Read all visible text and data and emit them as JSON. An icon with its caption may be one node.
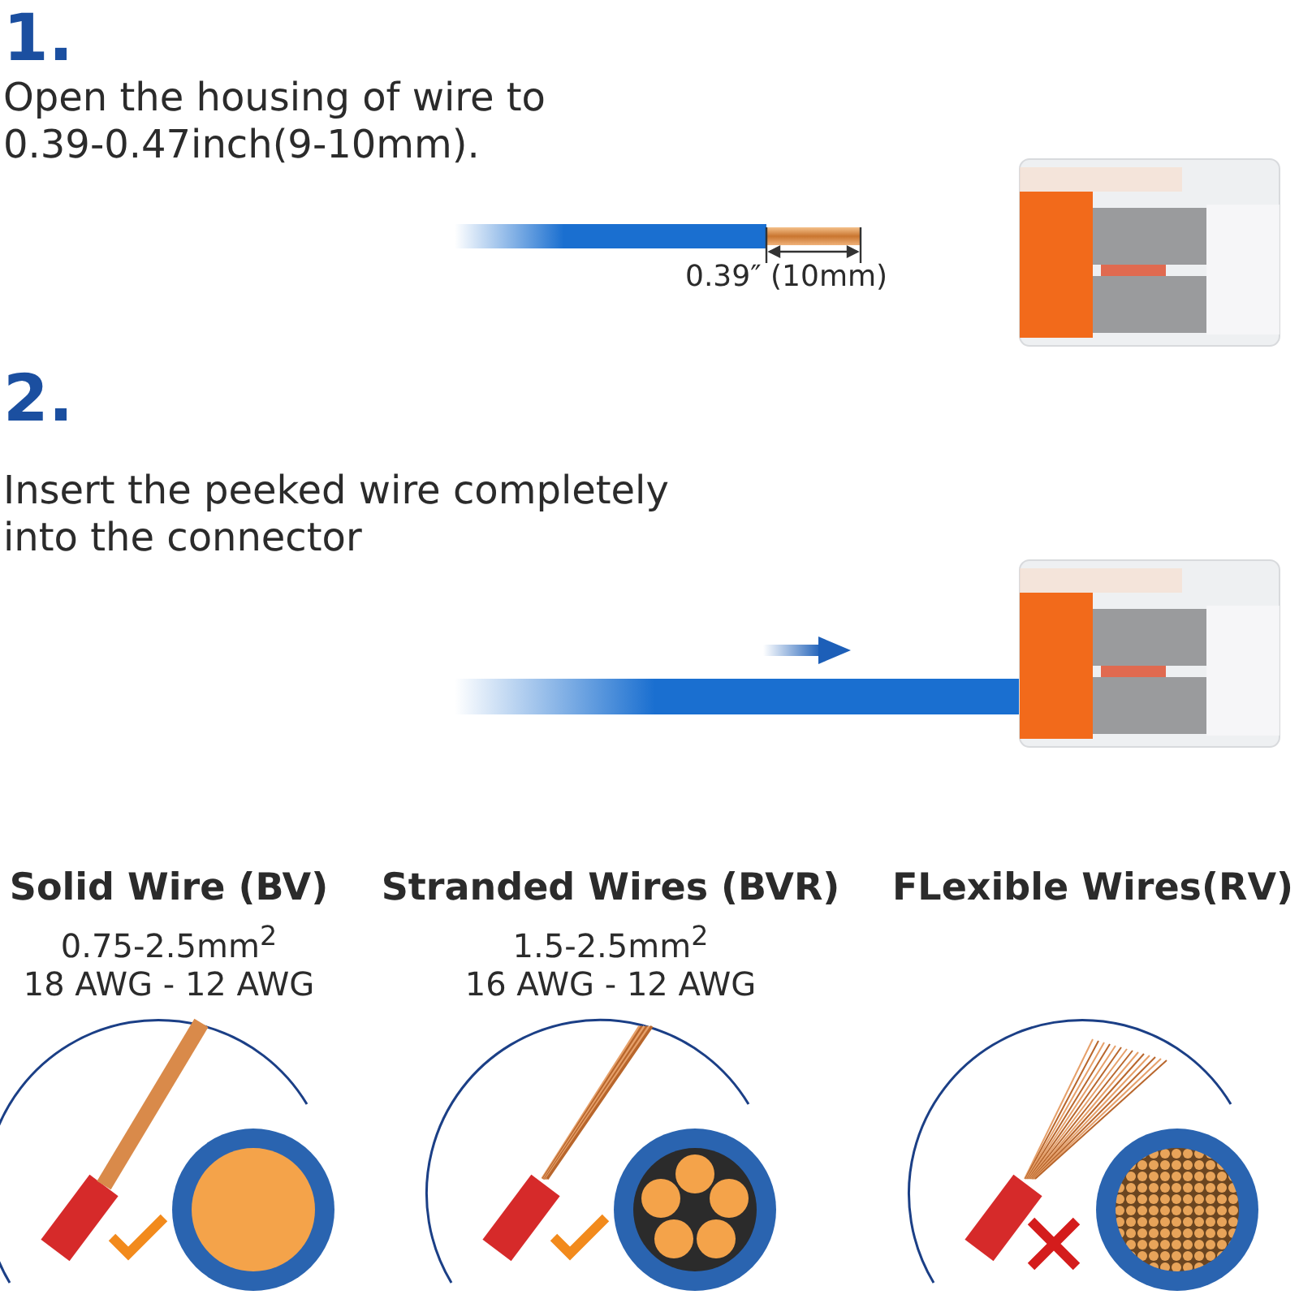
{
  "diagram": {
    "labels": [
      "1.",
      "Open the housing of wire to 0.39-0.47inch(9-10mm).",
      "0.39″ (10mm)",
      "2.",
      "Insert the peeked wire completely into the connector",
      "Solid Wire (BV)",
      "0.75-2.5mm$^{2}$",
      "18 AWG - 12 AWG",
      "Stranded Wires (BVR)",
      "1.5-2.5mm$^{2}$",
      "16 AWG - 12 AWG",
      "FLexible Wires(RV)"
    ]
  }
}
